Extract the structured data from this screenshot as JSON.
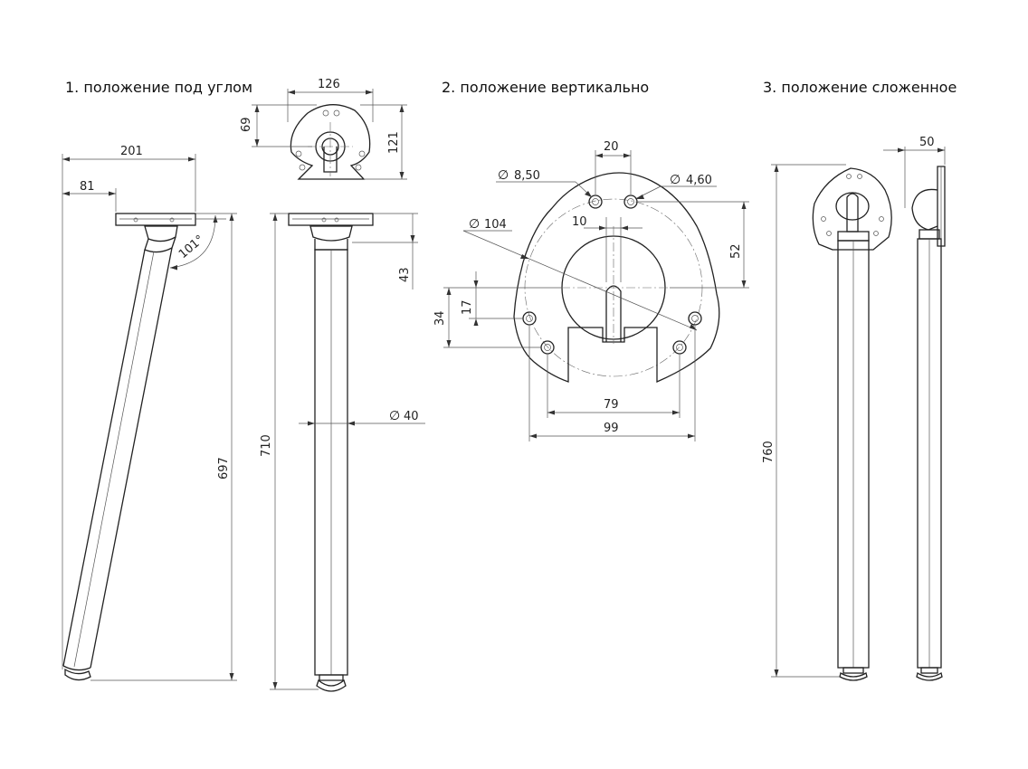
{
  "titles": {
    "angled": "1. положение под углом",
    "vertical": "2. положение вертикально",
    "folded": "3. положение сложенное"
  },
  "dimensions": {
    "plate_width": "126",
    "plate_top_height": "69",
    "plate_height": "121",
    "angled_overall_width": "201",
    "angled_offset": "81",
    "angle": "101°",
    "angled_height": "697",
    "vertical_height": "710",
    "vertical_collar": "43",
    "tube_diameter": "40",
    "hole_big": "8,50",
    "hole_small": "4,60",
    "holes_spacing_top": "20",
    "slot_width": "10",
    "plate_diameter": "104",
    "hole_offset_top": "52",
    "vert_17": "17",
    "vert_34": "34",
    "holes_spacing_bottom": "79",
    "plate_base": "99",
    "folded_height": "760",
    "folded_depth": "50"
  },
  "symbols": {
    "diameter": "∅"
  }
}
